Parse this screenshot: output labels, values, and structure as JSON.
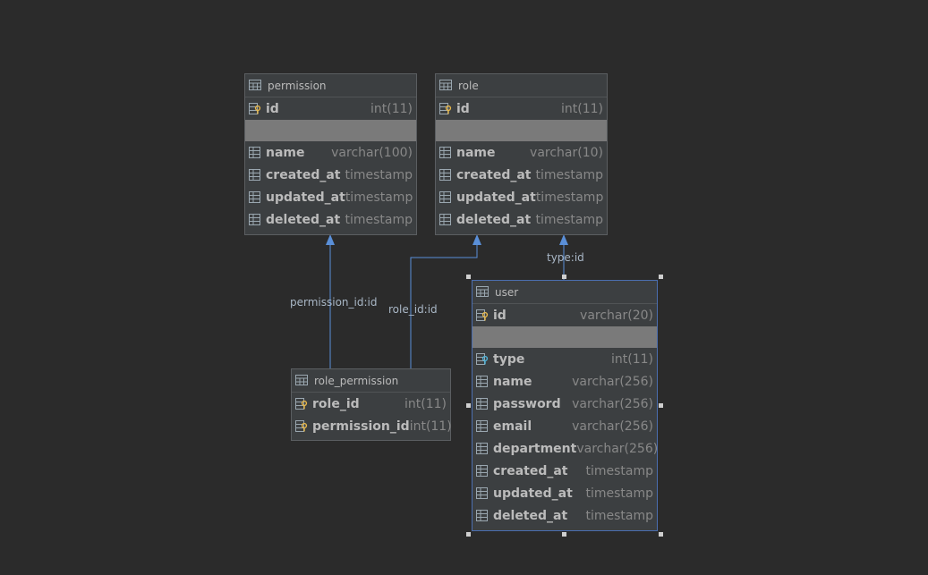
{
  "tables": {
    "permission": {
      "title": "permission",
      "pk": {
        "name": "id",
        "type": "int(11)"
      },
      "columns": [
        {
          "name": "name",
          "type": "varchar(100)"
        },
        {
          "name": "created_at",
          "type": "timestamp"
        },
        {
          "name": "updated_at",
          "type": "timestamp"
        },
        {
          "name": "deleted_at",
          "type": "timestamp"
        }
      ]
    },
    "role": {
      "title": "role",
      "pk": {
        "name": "id",
        "type": "int(11)"
      },
      "columns": [
        {
          "name": "name",
          "type": "varchar(10)"
        },
        {
          "name": "created_at",
          "type": "timestamp"
        },
        {
          "name": "updated_at",
          "type": "timestamp"
        },
        {
          "name": "deleted_at",
          "type": "timestamp"
        }
      ]
    },
    "role_permission": {
      "title": "role_permission",
      "keys": [
        {
          "name": "role_id",
          "type": "int(11)"
        },
        {
          "name": "permission_id",
          "type": "int(11)"
        }
      ]
    },
    "user": {
      "title": "user",
      "pk": {
        "name": "id",
        "type": "varchar(20)"
      },
      "fk": {
        "name": "type",
        "type": "int(11)"
      },
      "columns": [
        {
          "name": "name",
          "type": "varchar(256)"
        },
        {
          "name": "password",
          "type": "varchar(256)"
        },
        {
          "name": "email",
          "type": "varchar(256)"
        },
        {
          "name": "department",
          "type": "varchar(256)"
        },
        {
          "name": "created_at",
          "type": "timestamp"
        },
        {
          "name": "updated_at",
          "type": "timestamp"
        },
        {
          "name": "deleted_at",
          "type": "timestamp"
        }
      ]
    }
  },
  "relations": {
    "permission_id": "permission_id:id",
    "role_id": "role_id:id",
    "type": "type:id"
  },
  "colors": {
    "background": "#2b2b2b",
    "edge": "#5a8fd8",
    "selection": "#4b6eaf"
  }
}
